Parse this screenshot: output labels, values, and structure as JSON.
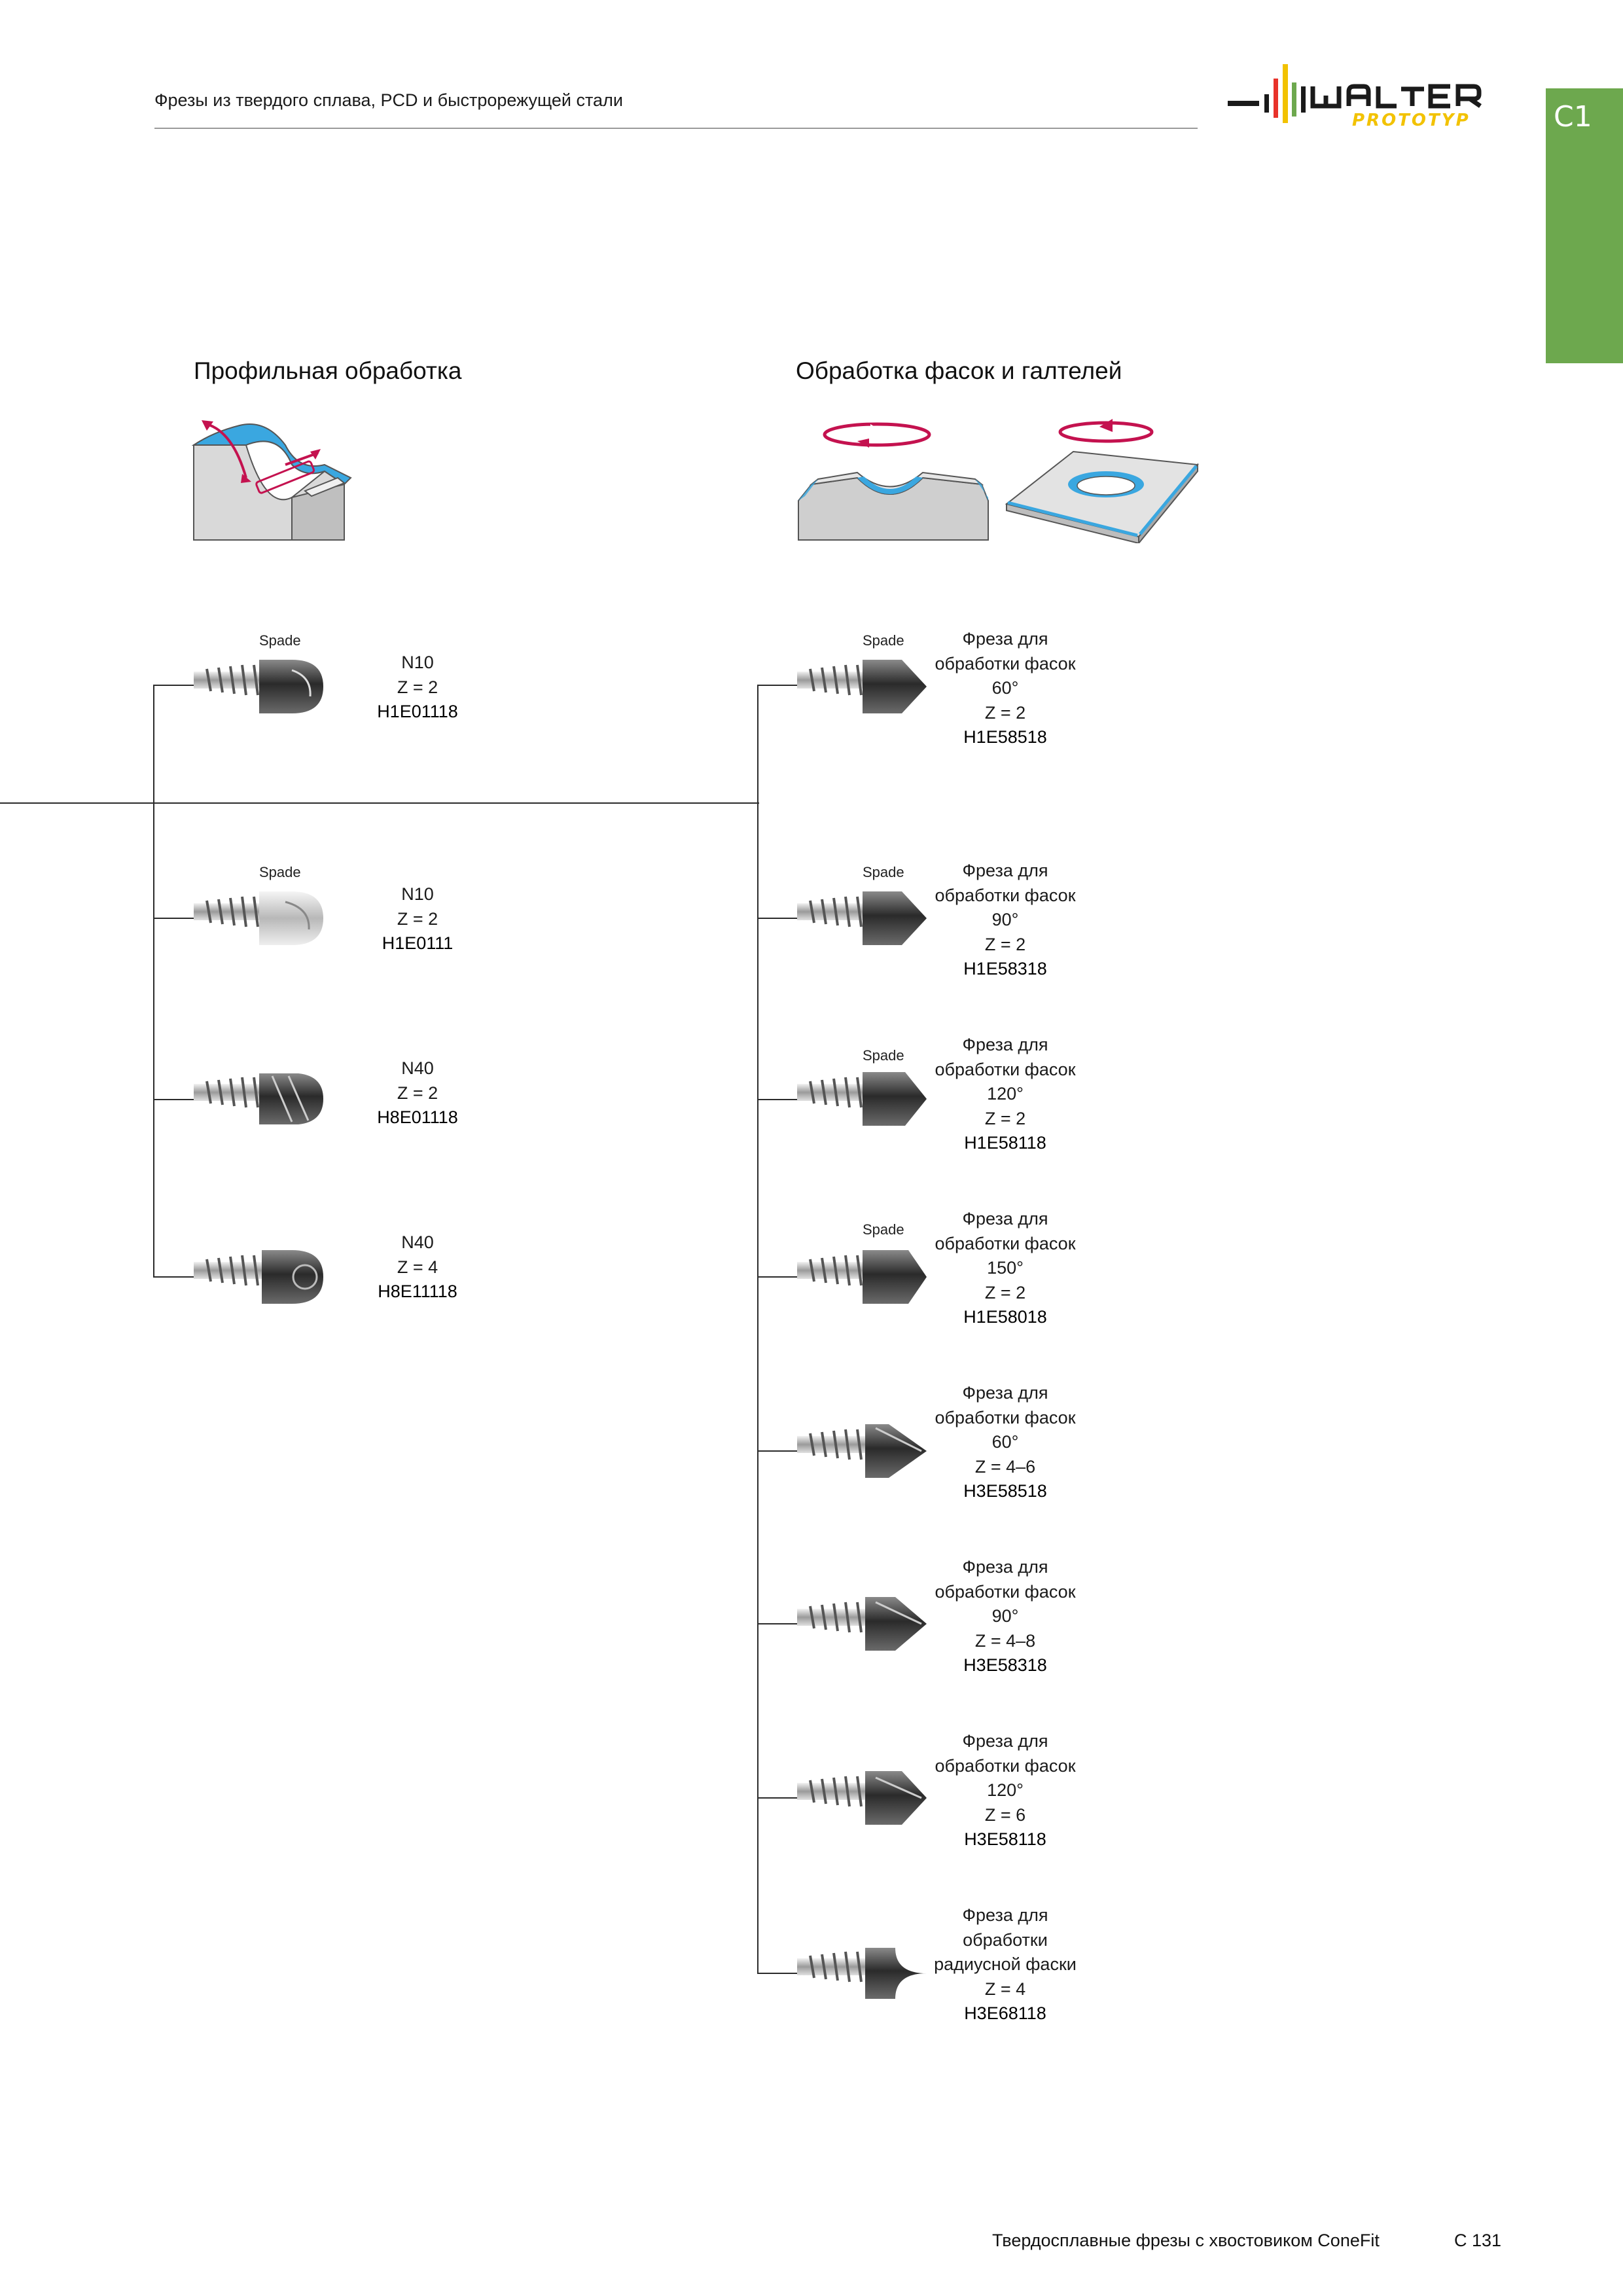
{
  "header": {
    "title": "Фрезы из твердого сплава, PCD и быстрорежущей стали",
    "logo": {
      "brand": "WALTER",
      "sub": "PROTOTYP"
    },
    "tab": "C1"
  },
  "sections": {
    "left_title": "Профильная обработка",
    "right_title": "Обработка фасок и галтелей"
  },
  "left_tools": [
    {
      "spade": "Spade",
      "lines": [
        "N10",
        "Z = 2"
      ],
      "code": "H1E01118"
    },
    {
      "spade": "Spade",
      "lines": [
        "N10",
        "Z = 2"
      ],
      "code": "H1E0111"
    },
    {
      "spade": "",
      "lines": [
        "N40",
        "Z = 2"
      ],
      "code": "H8E01118"
    },
    {
      "spade": "",
      "lines": [
        "N40",
        "Z = 4"
      ],
      "code": "H8E11118"
    }
  ],
  "right_tools": [
    {
      "spade": "Spade",
      "lines": [
        "Фреза для",
        "обработки фасок",
        "60°",
        "Z = 2"
      ],
      "code": "H1E58518"
    },
    {
      "spade": "Spade",
      "lines": [
        "Фреза для",
        "обработки фасок",
        "90°",
        "Z = 2"
      ],
      "code": "H1E58318"
    },
    {
      "spade": "Spade",
      "lines": [
        "Фреза для",
        "обработки фасок",
        "120°",
        "Z = 2"
      ],
      "code": "H1E58118"
    },
    {
      "spade": "Spade",
      "lines": [
        "Фреза для",
        "обработки фасок",
        "150°",
        "Z = 2"
      ],
      "code": "H1E58018"
    },
    {
      "spade": "",
      "lines": [
        "Фреза для",
        "обработки фасок",
        "60°",
        "Z = 4–6"
      ],
      "code": "H3E58518"
    },
    {
      "spade": "",
      "lines": [
        "Фреза для",
        "обработки фасок",
        "90°",
        "Z = 4–8"
      ],
      "code": "H3E58318"
    },
    {
      "spade": "",
      "lines": [
        "Фреза для",
        "обработки фасок",
        "120°",
        "Z = 6"
      ],
      "code": "H3E58118"
    },
    {
      "spade": "",
      "lines": [
        "Фреза для",
        "обработки",
        "радиусной фаски",
        "Z = 4"
      ],
      "code": "H3E68118"
    }
  ],
  "footer": {
    "title": "Твердосплавные фрезы с хвостовиком ConeFit",
    "page": "C 131"
  },
  "colors": {
    "accent_green": "#6da84e",
    "logo_yellow": "#f2c200",
    "arrow_red": "#c4124f",
    "highlight_blue": "#2fa8e0"
  }
}
